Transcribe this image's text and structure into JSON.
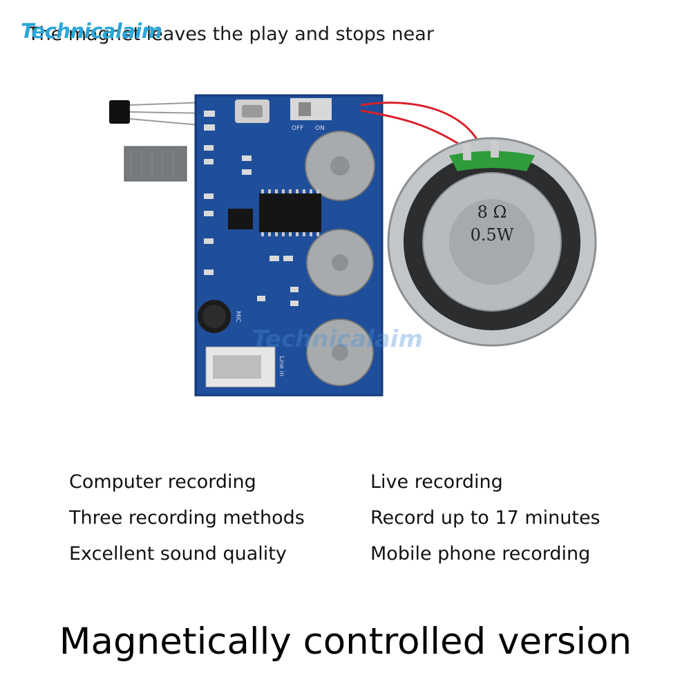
{
  "headline": "The magnet leaves the play and stops near",
  "brand_logo": "Technicalaim",
  "photo": {
    "speaker_ohm": "8 Ω",
    "speaker_watt": "0.5W",
    "switch_label_off": "OFF",
    "switch_label_on": "ON",
    "mic_label": "MIC",
    "line_label": "Line in",
    "watermark": "Technicalaim"
  },
  "features": {
    "left": [
      "Computer recording",
      "Three recording methods",
      "Excellent sound quality"
    ],
    "right": [
      "Live recording",
      "Record up to 17 minutes",
      "Mobile phone recording"
    ]
  },
  "caption": "Magnetically controlled version",
  "colors": {
    "pcb": "#1f4e9a",
    "pcb_dark": "#163b78",
    "wire": "#d8202a",
    "metal": "#b9bcbf",
    "logo": "#2aa7d9"
  }
}
